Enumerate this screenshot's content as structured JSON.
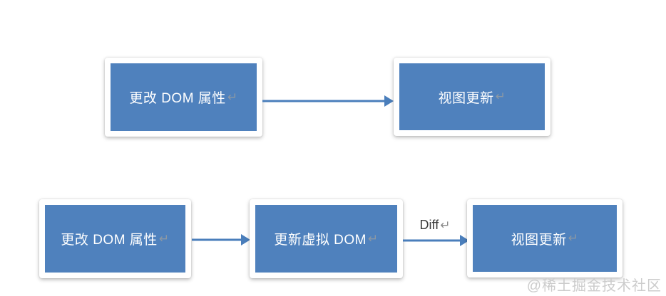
{
  "diagram": {
    "row1": {
      "box1": {
        "label": "更改 DOM 属性",
        "mark": "↵"
      },
      "box2": {
        "label": "视图更新",
        "mark": "↵"
      }
    },
    "row2": {
      "box1": {
        "label": "更改 DOM 属性",
        "mark": "↵"
      },
      "box2": {
        "label": "更新虚拟 DOM",
        "mark": "↵"
      },
      "box3": {
        "label": "视图更新",
        "mark": "↵"
      },
      "arrow_label": {
        "text": "Diff",
        "mark": "↵"
      }
    },
    "watermark": "@稀土掘金技术社区"
  },
  "colors": {
    "box_fill": "#4f81bd",
    "box_frame": "#ffffff",
    "box_text": "#ffffff",
    "arrow": "#4a7ebb",
    "return_mark": "#8c98a4",
    "diff_text": "#3b3b3b",
    "watermark": "#cccccc"
  }
}
